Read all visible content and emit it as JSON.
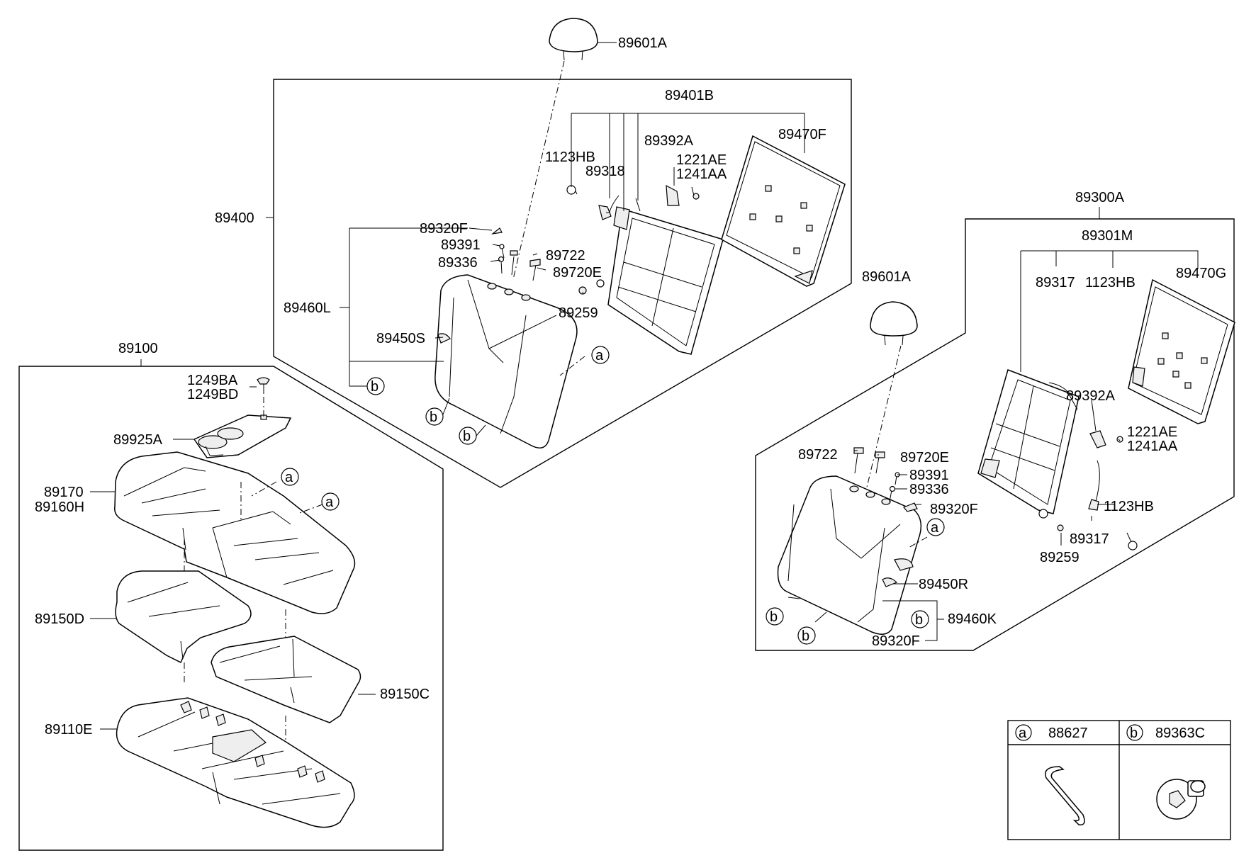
{
  "labels": {
    "l_89601A_top": "89601A",
    "l_89401B": "89401B",
    "l_89470F": "89470F",
    "l_89392A_l": "89392A",
    "l_1123HB_l": "1123HB",
    "l_89318": "89318",
    "l_1221AE_l": "1221AE",
    "l_1241AA_l": "1241AA",
    "l_89400": "89400",
    "l_89320F_l": "89320F",
    "l_89391_l": "89391",
    "l_89722_l": "89722",
    "l_89336_l": "89336",
    "l_89720E_l": "89720E",
    "l_89460L": "89460L",
    "l_89259_l": "89259",
    "l_89450S": "89450S",
    "l_89100": "89100",
    "l_1249BA": "1249BA",
    "l_1249BD": "1249BD",
    "l_89925A": "89925A",
    "l_89170": "89170",
    "l_89160H": "89160H",
    "l_89150D": "89150D",
    "l_89150C": "89150C",
    "l_89110E": "89110E",
    "l_89300A": "89300A",
    "l_89301M": "89301M",
    "l_89317_top": "89317",
    "l_1123HB_top": "1123HB",
    "l_89470G": "89470G",
    "l_89601A_r": "89601A",
    "l_89392A_r": "89392A",
    "l_1221AE_r": "1221AE",
    "l_1241AA_r": "1241AA",
    "l_89722_r": "89722",
    "l_89720E_r": "89720E",
    "l_89391_r": "89391",
    "l_89336_r": "89336",
    "l_89320F_r": "89320F",
    "l_1123HB_r": "1123HB",
    "l_89317_r": "89317",
    "l_89259_r": "89259",
    "l_89450R": "89450R",
    "l_89460K": "89460K",
    "l_89320F_rb": "89320F",
    "legend_a_code": "88627",
    "legend_b_code": "89363C"
  },
  "markers": {
    "a": "a",
    "b": "b"
  }
}
